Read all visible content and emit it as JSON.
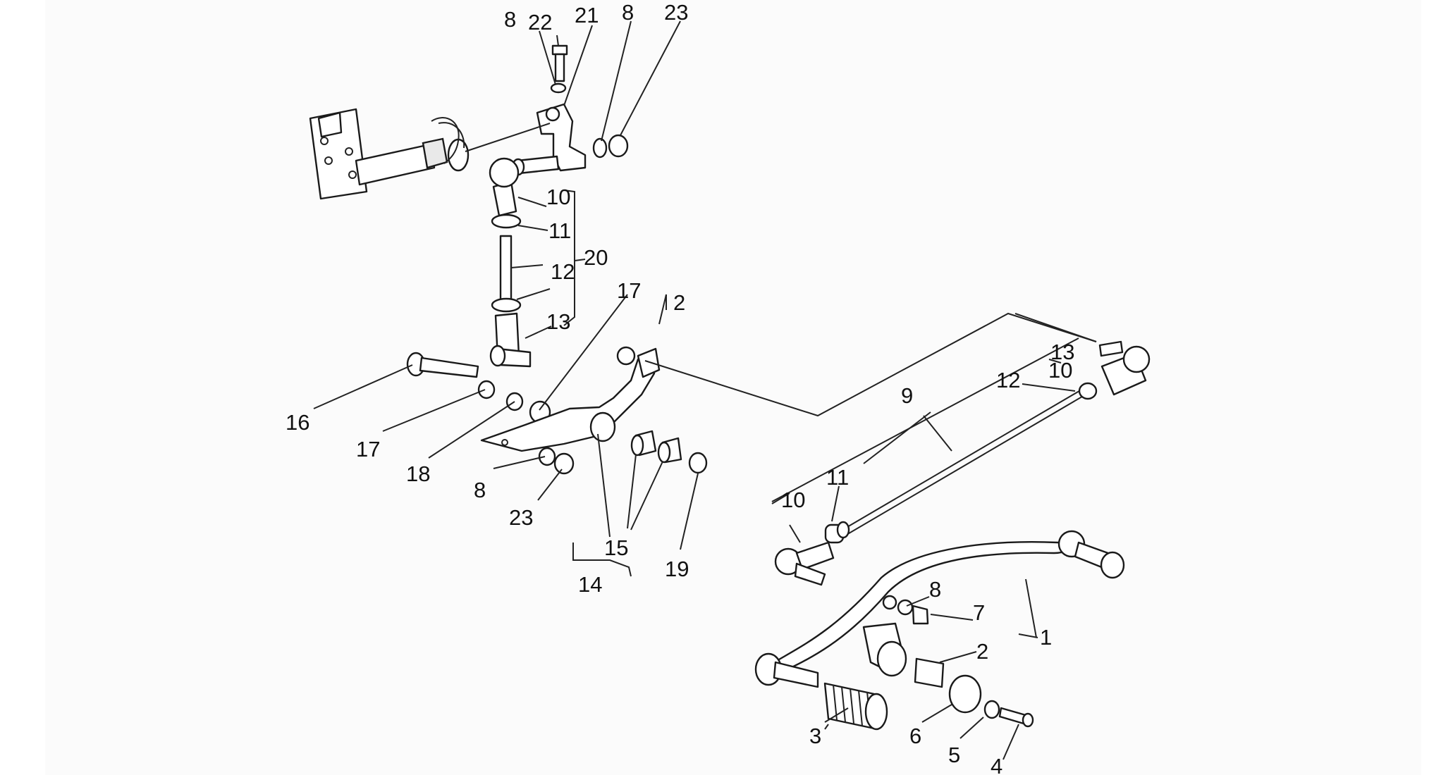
{
  "callouts": {
    "c1": "1",
    "c2a": "2",
    "c2b": "2",
    "c3": "3",
    "c4": "4",
    "c5": "5",
    "c6": "6",
    "c7": "7",
    "c8a": "8",
    "c8b": "8",
    "c8c": "8",
    "c8d": "8",
    "c9": "9",
    "c10a": "10",
    "c10b": "10",
    "c11a": "11",
    "c11b": "11",
    "c12a": "12",
    "c12b": "12",
    "c13a": "13",
    "c13b": "13",
    "c14": "14",
    "c15": "15",
    "c16": "16",
    "c17a": "17",
    "c17b": "17",
    "c18": "18",
    "c19": "19",
    "c20": "20",
    "c21": "21",
    "c22": "22",
    "c23a": "23",
    "c23b": "23"
  }
}
